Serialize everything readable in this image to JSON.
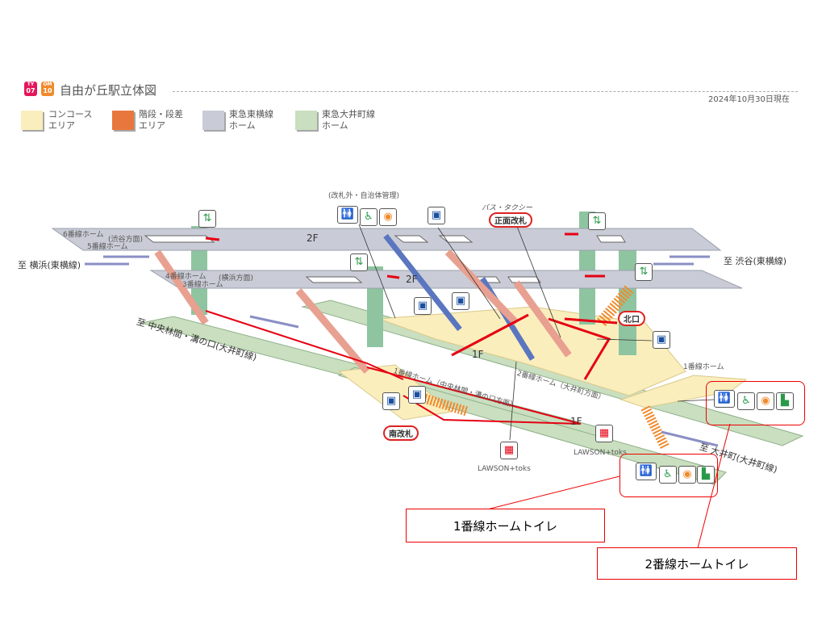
{
  "header": {
    "badge_ty": "TY\n07",
    "badge_oM": "OM\n10",
    "badge_ty_line": "TY",
    "badge_ty_num": "07",
    "badge_om_line": "OM",
    "badge_om_num": "10",
    "title": "自由が丘駅立体図",
    "date": "2024年10月30日現在"
  },
  "legend": [
    {
      "label1": "コンコース",
      "label2": "エリア",
      "color": "#fbeebd"
    },
    {
      "label1": "階段・段差",
      "label2": "エリア",
      "color": "#e8773d"
    },
    {
      "label1": "東急東横線",
      "label2": "ホーム",
      "color": "#c9ccd6"
    },
    {
      "label1": "東急大井町線",
      "label2": "ホーム",
      "color": "#c9dfbf"
    }
  ],
  "diagram": {
    "platform_6": "6番線ホーム",
    "platform_5": "5番線ホーム",
    "shibuya_dir": "(渋谷方面)",
    "platform_4": "4番線ホーム",
    "platform_3": "3番線ホーム",
    "yokohama_dir": "(横浜方面)",
    "floor_2f": "2F",
    "floor_2f_b": "2F",
    "floor_1f": "1F",
    "floor_1f_b": "1F",
    "to_yokohama": "至 横浜(東横線)",
    "to_shibuya": "至 渋谷(東横線)",
    "to_chuorinkan": "至 中央林間・溝の口(大井町線)",
    "to_oimachi": "至 大井町(大井町線)",
    "platform_1": "1番線ホーム（中央林間・溝の口方面）",
    "platform_2": "2番線ホーム（大井町方面）",
    "platform_1_short": "1番線ホーム",
    "outside_gate_note": "(改札外・自治体管理)",
    "bus_taxi": "バス・タクシー",
    "main_gate": "正面改札",
    "north_exit": "北口",
    "south_gate": "南改札",
    "lawson_1": "LAWSON+toks",
    "lawson_2": "LAWSON+toks"
  },
  "annotations": {
    "platform1_toilet": "1番線ホームトイレ",
    "platform2_toilet": "2番線ホームトイレ"
  },
  "colors": {
    "accent": "#e60012",
    "concourse": "#fbeebd",
    "stairs": "#e8773d",
    "toyoko": "#c9ccd6",
    "oimachi": "#c9dfbf"
  }
}
